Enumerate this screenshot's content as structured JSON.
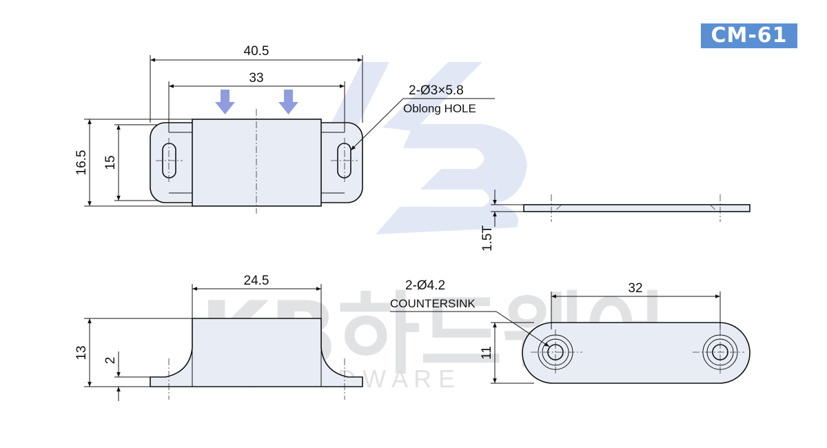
{
  "badge": {
    "model": "CM-61"
  },
  "watermark": {
    "brand": "KB하드웨어",
    "sub": "K B   H A R D W A R E",
    "logo": "KB"
  },
  "top_view": {
    "overall_width": "40.5",
    "hole_pitch": "33",
    "overall_height": "16.5",
    "body_height": "15"
  },
  "hole_note": {
    "line1": "2-Ø3×5.8",
    "line2": "Oblong HOLE"
  },
  "side_view": {
    "thickness": "1.5T"
  },
  "front_view": {
    "body_width": "24.5",
    "height": "13",
    "base_height": "2"
  },
  "countersink_note": {
    "line1": "2-Ø4.2",
    "line2": "COUNTERSINK"
  },
  "plate_view": {
    "hole_pitch": "32",
    "width": "11"
  },
  "colors": {
    "badge": "#5b8fd4",
    "part_fill": "#e8edf5",
    "arrow": "#8f9ddf",
    "watermark": "#c9d5ec"
  }
}
